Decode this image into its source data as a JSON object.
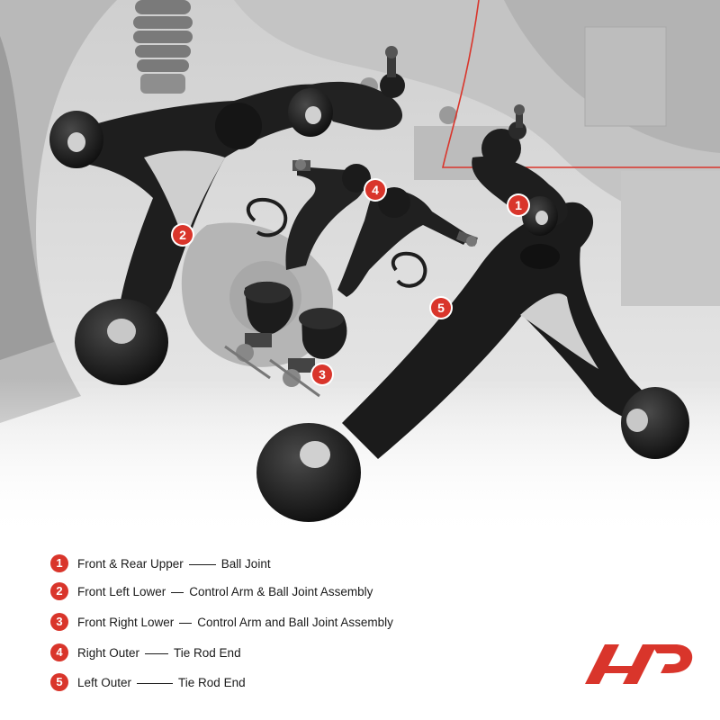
{
  "legend": [
    {
      "number": "1",
      "part": "Front & Rear Upper",
      "description": "Ball Joint"
    },
    {
      "number": "2",
      "part": "Front Left Lower",
      "description": "Control Arm & Ball Joint Assembly"
    },
    {
      "number": "3",
      "part": "Front Right Lower",
      "description": "Control Arm and Ball Joint Assembly"
    },
    {
      "number": "4",
      "part": "Right Outer",
      "description": "Tie Rod End"
    },
    {
      "number": "5",
      "part": "Left Outer",
      "description": "Tie Rod End"
    }
  ],
  "markers": [
    "1",
    "2",
    "3",
    "4",
    "5"
  ],
  "colors": {
    "accent": "#d9352b",
    "text": "#1a1a1a",
    "part_black": "#1e1e1e",
    "background_gray": "#d6d6d6"
  },
  "logo": {
    "icon": "brand-logo-icon"
  }
}
